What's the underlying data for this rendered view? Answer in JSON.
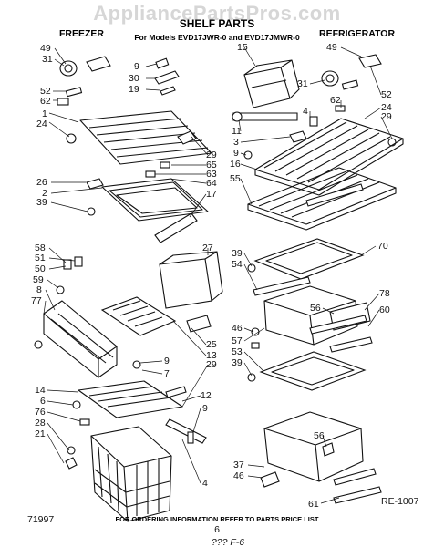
{
  "watermark": "AppliancePartsPros.com",
  "header": {
    "left": "FREEZER",
    "center_title": "SHELF PARTS",
    "subtitle": "For Models EVD17JWR-0 and EVD17JMWR-0",
    "right": "REFRIGERATOR"
  },
  "callouts": [
    "49",
    "31",
    "52",
    "62",
    "1",
    "24",
    "9",
    "30",
    "19",
    "29",
    "65",
    "63",
    "64",
    "26",
    "2",
    "39",
    "17",
    "58",
    "51",
    "50",
    "59",
    "8",
    "77",
    "27",
    "25",
    "13",
    "9",
    "7",
    "29",
    "14",
    "6",
    "76",
    "28",
    "21",
    "12",
    "9",
    "4",
    "15",
    "49",
    "52",
    "31",
    "62",
    "4",
    "11",
    "3",
    "9",
    "24",
    "29",
    "16",
    "55",
    "70",
    "39",
    "54",
    "56",
    "78",
    "60",
    "46",
    "57",
    "53",
    "39",
    "56",
    "37",
    "46",
    "61"
  ],
  "footer": {
    "left_code": "71997",
    "center_note": "FOR ORDERING INFORMATION REFER TO PARTS PRICE LIST",
    "page": "6",
    "ref_code": "RE-1007",
    "handwriting": "??? F-6"
  }
}
